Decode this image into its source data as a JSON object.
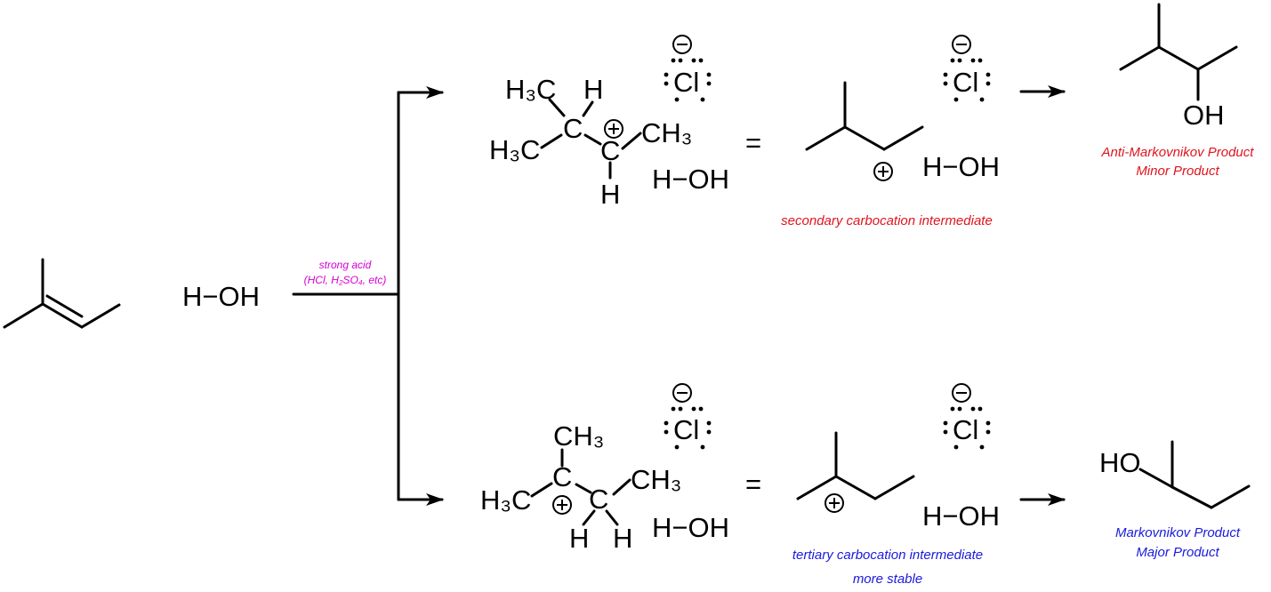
{
  "reactant": {
    "water": "H−OH"
  },
  "conditions": {
    "line1": "strong acid",
    "line2": "(HCl, H₂SO₄, etc)"
  },
  "top_pathway": {
    "condensed_groups": {
      "h3c_upper": "H₃C",
      "h_upper": "H",
      "h3c_left": "H₃C",
      "c_quaternary": "C",
      "c_cation": "C",
      "ch3_right": "CH₃",
      "h_lower": "H"
    },
    "water": "H−OH",
    "chloride": "Cl",
    "equals": "=",
    "skeletal_water": "H−OH",
    "skeletal_chloride": "Cl",
    "intermediate_label": "secondary carbocation intermediate",
    "product_oh": "OH",
    "product_label_1": "Anti-Markovnikov Product",
    "product_label_2": "Minor Product"
  },
  "bottom_pathway": {
    "condensed_groups": {
      "ch3_top": "CH₃",
      "c_cation": "C",
      "h3c_left": "H₃C",
      "c_ch2": "C",
      "ch3_right": "CH₃",
      "h_left": "H",
      "h_right": "H"
    },
    "water": "H−OH",
    "chloride": "Cl",
    "equals": "=",
    "skeletal_water": "H−OH",
    "skeletal_chloride": "Cl",
    "intermediate_label_1": "tertiary carbocation intermediate",
    "intermediate_label_2": "more stable",
    "product_ho": "HO",
    "product_label_1": "Markovnikov Product",
    "product_label_2": "Major Product"
  },
  "colors": {
    "minor_pathway": "#e0141e",
    "major_pathway": "#1a1adc",
    "conditions": "#d400d4",
    "structure": "#000000"
  },
  "icons": [
    "reaction-arrow",
    "plus-charge-circle",
    "minus-charge-circle",
    "lone-pair-dots"
  ]
}
